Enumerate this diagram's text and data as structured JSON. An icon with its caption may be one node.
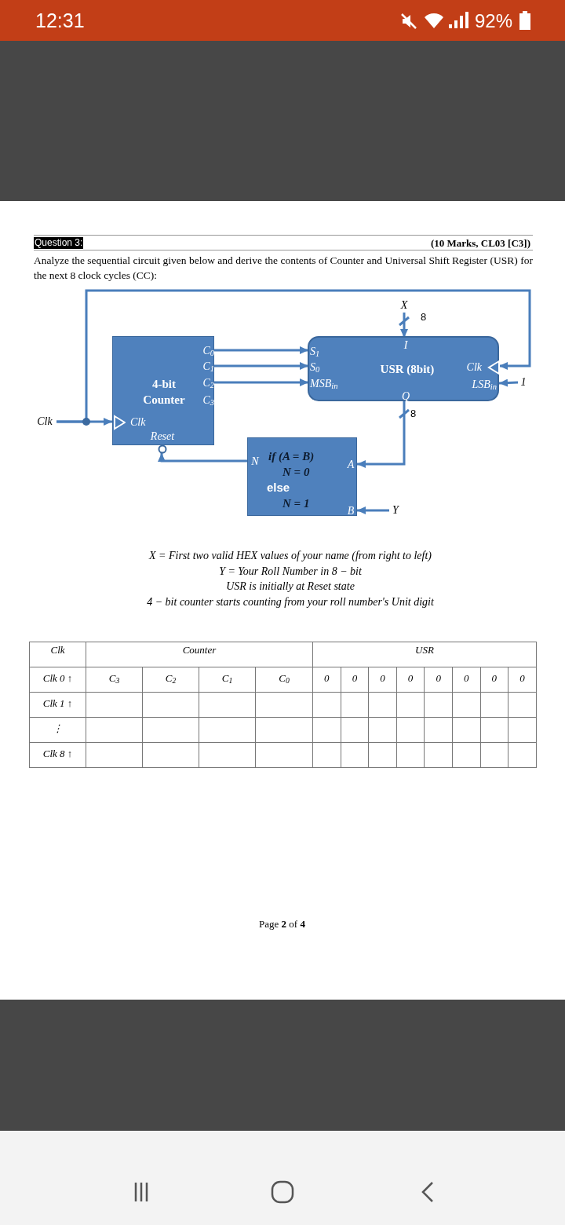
{
  "diagram": {
    "nodes": [
      {
        "text": [
          "4-bit Counter"
        ]
      },
      {
        "text": [
          "C$_{0}$"
        ],
        "in": 0
      },
      {
        "text": [
          "C$_{1}$"
        ],
        "in": 0
      },
      {
        "text": [
          "C$_{2}$"
        ],
        "in": 0
      },
      {
        "text": [
          "C$_{3}$"
        ],
        "in": 0
      },
      {
        "text": [
          "Clk"
        ],
        "in": 0
      },
      {
        "text": [
          "Reset"
        ],
        "in": 0
      },
      {
        "text": [
          "USR (8bit)"
        ]
      },
      {
        "text": [
          "I"
        ],
        "in": 7
      },
      {
        "text": [
          "S$_{1}$"
        ],
        "in": 7
      },
      {
        "text": [
          "S$_{0}$"
        ],
        "in": 7
      },
      {
        "text": [
          "MSB$_{in}$"
        ],
        "in": 7
      },
      {
        "text": [
          "Clk"
        ],
        "in": 7
      },
      {
        "text": [
          "LSB$_{in}$"
        ],
        "in": 7
      },
      {
        "text": [
          "Q"
        ],
        "in": 7
      },
      {
        "text": [
          "if (A = B)",
          "N = 0",
          "else",
          "N = 1"
        ]
      },
      {
        "text": [
          "A"
        ],
        "in": 15
      },
      {
        "text": [
          "B"
        ],
        "in": 15
      },
      {
        "text": [
          "N"
        ],
        "in": 15
      },
      {
        "text": [
          "Clk"
        ]
      },
      {
        "text": [
          "X"
        ]
      },
      {
        "text": [
          "1"
        ]
      },
      {
        "text": [
          "Y"
        ]
      }
    ],
    "edges": [
      {
        "from": 1,
        "to": 9,
        "arrow": "to"
      },
      {
        "from": 2,
        "to": 10,
        "arrow": "to"
      },
      {
        "from": 3,
        "to": 11,
        "arrow": "to"
      },
      {
        "from": 19,
        "to": 5,
        "arrow": "to"
      },
      {
        "from": 19,
        "to": 12,
        "arrow": "to"
      },
      {
        "from": 20,
        "to": 8,
        "arrow": "to",
        "label": "8"
      },
      {
        "from": 21,
        "to": 13,
        "arrow": "to"
      },
      {
        "from": 14,
        "to": 16,
        "arrow": "to",
        "label": "8"
      },
      {
        "from": 22,
        "to": 17,
        "arrow": "to"
      },
      {
        "from": 18,
        "to": 6,
        "arrow": "to"
      }
    ],
    "labels": [
      "12:31",
      "92%",
      "Question 3:",
      "(10 Marks, CL03 [C3])",
      "Analyze the sequential circuit given below and derive the contents of Counter and Universal Shift Register (USR) for the next 8 clock cycles (CC):",
      "X = First two valid HEX values of your name (from right to left)",
      "Y = Your Roll Number in 8 − bit",
      "USR is initially at Reset state",
      "4 − bit counter starts counting from your roll number's Unit digit",
      "Clk",
      "Counter",
      "USR",
      "Clk 0 ↑",
      "C$_{3}$",
      "C$_{2}$",
      "C$_{1}$",
      "C$_{0}$",
      "0",
      "0",
      "0",
      "0",
      "0",
      "0",
      "0",
      "0",
      "Clk 1 ↑",
      "⋮",
      "Clk 8 ↑",
      "Page **2** of **4**"
    ]
  }
}
